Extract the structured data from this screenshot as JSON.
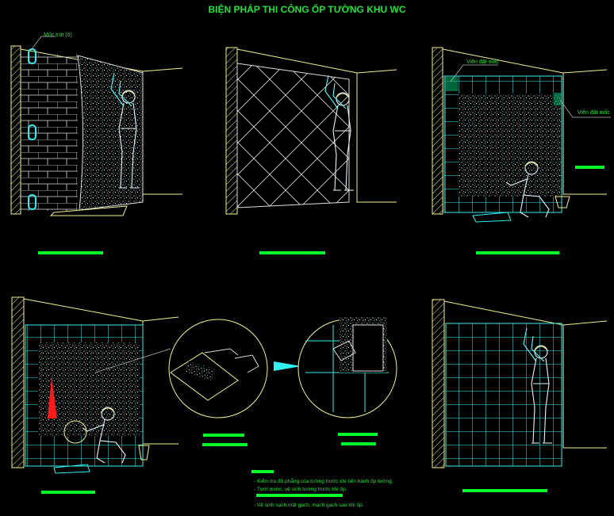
{
  "title": "BIỆN PHÁP THI CÔNG ỐP TƯỜNG KHU WC",
  "labels": {
    "marker_plaster": "Mốc trát (ô)",
    "marker_tile_top": "Viên đặt mốc",
    "marker_tile_right": "Viên đặt mốc"
  },
  "notes": [
    "- Kiểm tra độ phẳng của tường trước khi tiến hành ốp tường.",
    "- Tưới nước, vệ sinh tường trước khi ốp.",
    "- Vệ sinh sạch mặt gạch, mạch gạch sau khi ốp."
  ],
  "colors": {
    "label_green": "#22e03a",
    "bar_green": "#00ff2a",
    "line_yellow": "#f2f28a",
    "tile_cyan": "#33f0f0",
    "arrow_red": "#ff1a1a"
  }
}
